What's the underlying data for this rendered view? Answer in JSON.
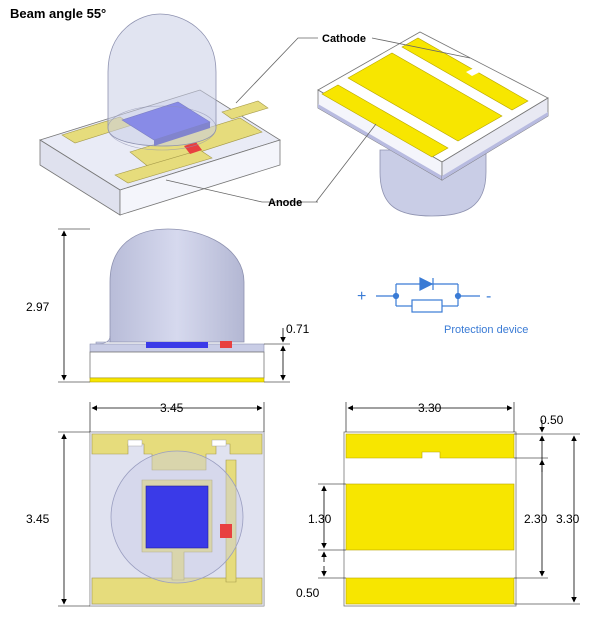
{
  "title": "Beam angle 55°",
  "callouts": {
    "cathode": "Cathode",
    "anode": "Anode"
  },
  "dimensions": {
    "height_total": "2.97",
    "base_height": "0.71",
    "top_width": "3.45",
    "top_height": "3.45",
    "pad_width": "3.30",
    "pad_gap": "0.50",
    "center_pad": "1.30",
    "pad_span_inner": "2.30",
    "pad_span_total": "3.30",
    "bottom_gap": "0.50"
  },
  "schematic": {
    "plus": "+",
    "minus": "-",
    "label": "Protection device"
  },
  "colors": {
    "pad_yellow": "#f7e600",
    "trace_yellow": "#e6dc7c",
    "die_blue": "#3a3ae8",
    "esd_red": "#e84040",
    "dome": "#c9cde6",
    "schematic_blue": "#3a7bd5"
  }
}
